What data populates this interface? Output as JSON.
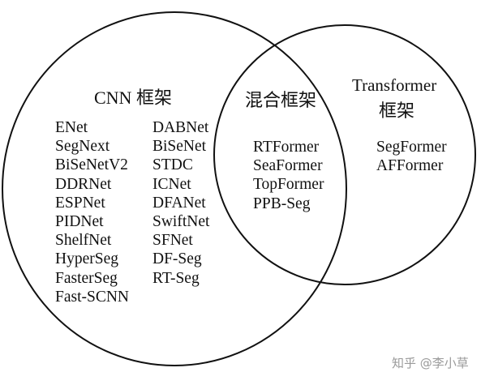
{
  "cnn": {
    "title": "CNN 框架",
    "col1": [
      "ENet",
      "SegNext",
      "BiSeNetV2",
      "DDRNet",
      "ESPNet",
      "PIDNet",
      "ShelfNet",
      "HyperSeg",
      "FasterSeg",
      "Fast-SCNN"
    ],
    "col2": [
      "DABNet",
      "BiSeNet",
      "STDC",
      "ICNet",
      "DFANet",
      "SwiftNet",
      "SFNet",
      "DF-Seg",
      "RT-Seg"
    ]
  },
  "hybrid": {
    "title": "混合框架",
    "items": [
      "RTFormer",
      "SeaFormer",
      "TopFormer",
      "PPB-Seg"
    ]
  },
  "transformer": {
    "title_line1": "Transformer",
    "title_line2": "框架",
    "items": [
      "SegFormer",
      "AFFormer"
    ]
  },
  "watermark": "知乎 @李小草",
  "colors": {
    "stroke": "#111111",
    "text": "#111111",
    "watermark": "#9a9a9a"
  }
}
